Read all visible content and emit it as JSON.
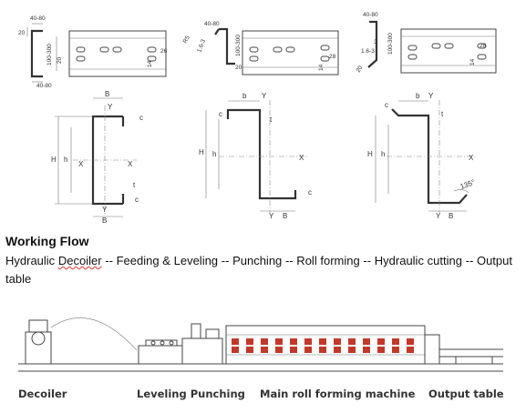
{
  "profiles_top": [
    {
      "dims": [
        "40-80",
        "20",
        "100-300",
        "20",
        "40-80"
      ]
    },
    {
      "dims": [
        "40-80",
        "R5",
        "1.6-3",
        "100-300",
        "20"
      ]
    },
    {
      "dims": [
        "40-80",
        "3",
        "1.6-3",
        "100-300",
        "20"
      ]
    }
  ],
  "plates": [
    {
      "dims": [
        "14",
        "26"
      ]
    },
    {
      "dims": [
        "14",
        "28"
      ]
    },
    {
      "dims": [
        "14",
        "28"
      ]
    }
  ],
  "sections": [
    {
      "labels": {
        "B": "B",
        "Y": "Y",
        "c": "c",
        "H": "H",
        "h": "h",
        "X1": "X",
        "X2": "X",
        "t": "t",
        "c2": "c",
        "Y2": "Y",
        "B2": "B"
      }
    },
    {
      "labels": {
        "b": "b",
        "Y": "Y",
        "c": "c",
        "t": "t",
        "H": "H",
        "h": "h",
        "X": "X",
        "c2": "c",
        "Y2": "Y",
        "B": "B"
      }
    },
    {
      "labels": {
        "c": "c",
        "b": "b",
        "Y": "Y",
        "t": "t",
        "H": "H",
        "h": "h",
        "X": "X",
        "angle": "135°",
        "Y2": "Y",
        "B": "B"
      }
    }
  ],
  "working_flow": {
    "title": "Working Flow",
    "desc_part1": "Hydraulic ",
    "desc_word": "Decoiler",
    "desc_part2": " -- Feeding & Leveling -- Punching -- Roll forming -- Hydraulic cutting -- Output table"
  },
  "machine_labels": {
    "decoiler": "Decoiler",
    "leveling_punching": "Leveling Punching",
    "main": "Main roll forming machine",
    "output": "Output table"
  },
  "colors": {
    "roller": "#c0392b",
    "line": "#444444"
  }
}
